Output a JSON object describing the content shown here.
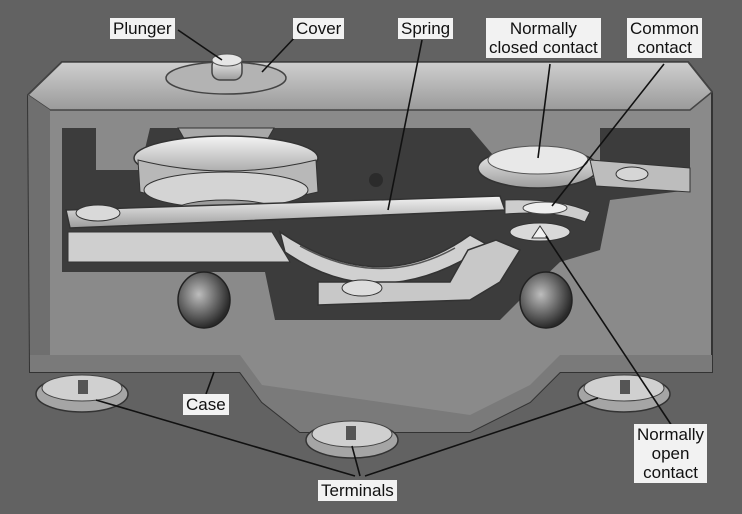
{
  "labels": {
    "plunger": "Plunger",
    "cover": "Cover",
    "spring": "Spring",
    "normally_closed_contact": [
      "Normally",
      "closed contact"
    ],
    "common_contact": [
      "Common",
      "contact"
    ],
    "case": "Case",
    "normally_open_contact": [
      "Normally",
      "open",
      "contact"
    ],
    "terminals": "Terminals"
  },
  "colors": {
    "background": "#5f5f5f",
    "case_body": "#8a8a8a",
    "case_light": "#c4c4c4",
    "cavity": "#3c3c3c",
    "metal": "#d8d8d8",
    "label_bg": "#f2f2f2"
  }
}
